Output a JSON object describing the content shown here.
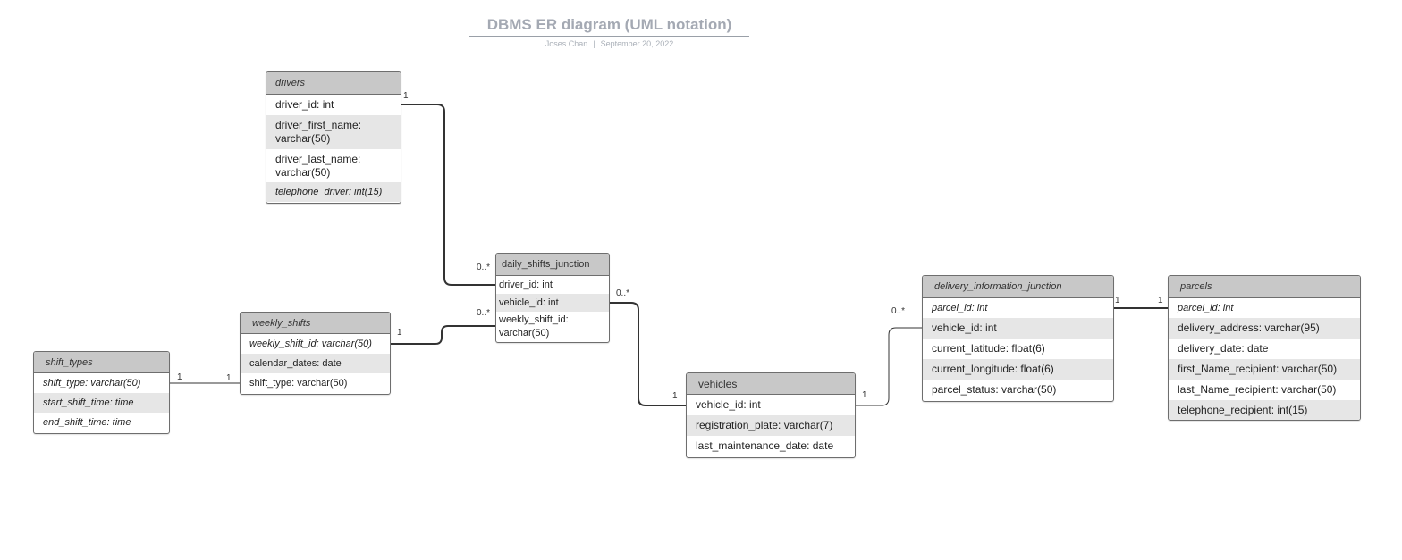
{
  "header": {
    "title": "DBMS ER diagram (UML notation)",
    "author": "Joses Chan",
    "date": "September 20, 2022"
  },
  "entities": {
    "drivers": {
      "name": "drivers",
      "attributes": [
        "driver_id: int",
        "driver_first_name: varchar(50)",
        "driver_last_name: varchar(50)",
        "telephone_driver: int(15)"
      ]
    },
    "daily_shifts_junction": {
      "name": "daily_shifts_junction",
      "attributes": [
        "driver_id: int",
        "vehicle_id: int",
        "weekly_shift_id: varchar(50)"
      ]
    },
    "weekly_shifts": {
      "name": "weekly_shifts",
      "attributes": [
        "weekly_shift_id: varchar(50)",
        "calendar_dates: date",
        "shift_type: varchar(50)"
      ]
    },
    "shift_types": {
      "name": "shift_types",
      "attributes": [
        "shift_type: varchar(50)",
        "start_shift_time: time",
        "end_shift_time: time"
      ]
    },
    "vehicles": {
      "name": "vehicles",
      "attributes": [
        "vehicle_id: int",
        "registration_plate: varchar(7)",
        "last_maintenance_date: date"
      ]
    },
    "delivery_information_junction": {
      "name": "delivery_information_junction",
      "attributes": [
        "parcel_id: int",
        "vehicle_id: int",
        "current_latitude: float(6)",
        "current_longitude: float(6)",
        "parcel_status: varchar(50)"
      ]
    },
    "parcels": {
      "name": "parcels",
      "attributes": [
        "parcel_id: int",
        "delivery_address: varchar(95)",
        "delivery_date: date",
        "first_Name_recipient: varchar(50)",
        "last_Name_recipient: varchar(50)",
        "telephone_recipient: int(15)"
      ]
    }
  },
  "relationships": [
    {
      "from": "drivers",
      "to": "daily_shifts_junction",
      "from_mult": "1",
      "to_mult": "0..*"
    },
    {
      "from": "weekly_shifts",
      "to": "daily_shifts_junction",
      "from_mult": "1",
      "to_mult": "0..*"
    },
    {
      "from": "shift_types",
      "to": "weekly_shifts",
      "from_mult": "1",
      "to_mult": "1"
    },
    {
      "from": "vehicles",
      "to": "daily_shifts_junction",
      "from_mult": "1",
      "to_mult": "0..*"
    },
    {
      "from": "vehicles",
      "to": "delivery_information_junction",
      "from_mult": "1",
      "to_mult": "0..*"
    },
    {
      "from": "delivery_information_junction",
      "to": "parcels",
      "from_mult": "1",
      "to_mult": "1"
    }
  ],
  "colors": {
    "header_fill": "#c8c8c8",
    "alt_row_fill": "#e6e6e6",
    "border": "#6e6e6e",
    "connector": "#333333",
    "title": "#a4a9b3"
  }
}
